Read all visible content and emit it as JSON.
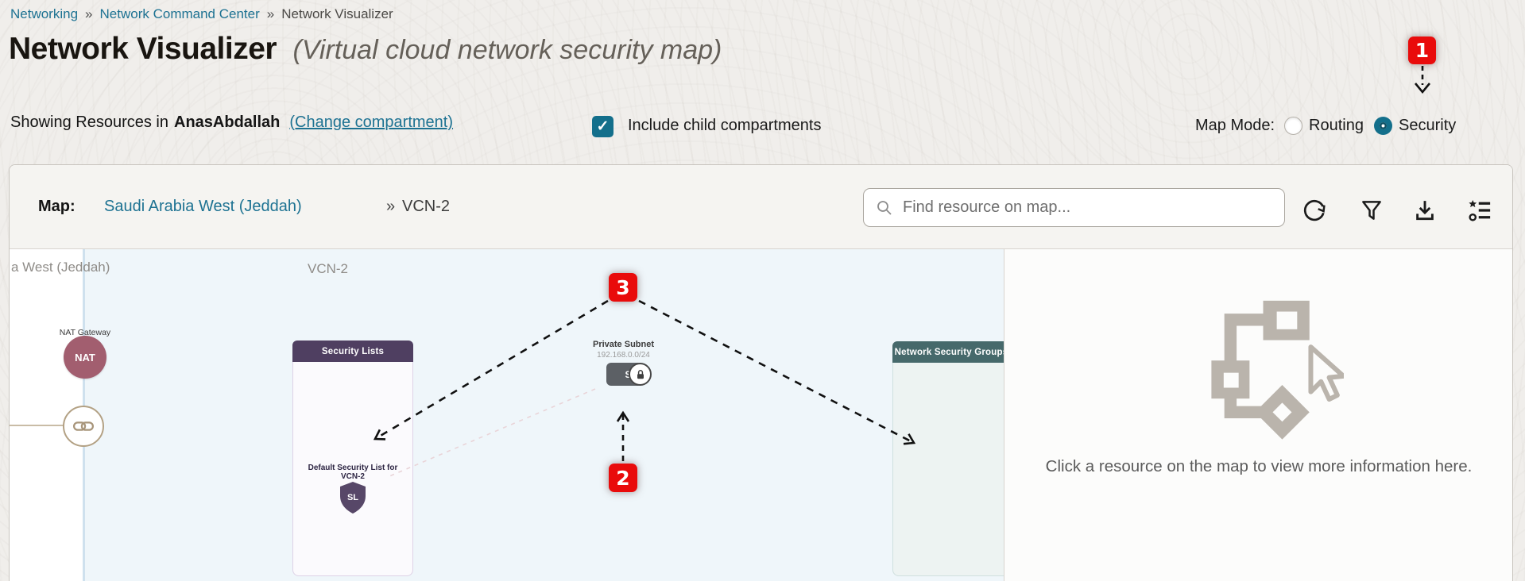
{
  "breadcrumb": {
    "separator": "»",
    "items": [
      {
        "label": "Networking"
      },
      {
        "label": "Network Command Center"
      },
      {
        "label": "Network Visualizer"
      }
    ]
  },
  "header": {
    "title": "Network Visualizer",
    "subtitle": "(Virtual cloud network security map)"
  },
  "filters": {
    "showing_prefix": "Showing Resources in",
    "compartment": "AnasAbdallah",
    "change_link": "(Change compartment)",
    "include_children": {
      "label": "Include child compartments",
      "checked": true,
      "check_glyph": "✓"
    },
    "map_mode": {
      "label": "Map Mode:",
      "options": [
        {
          "label": "Routing",
          "selected": false
        },
        {
          "label": "Security",
          "selected": true
        }
      ]
    }
  },
  "map_toolbar": {
    "map_label": "Map:",
    "region": "Saudi Arabia West (Jeddah)",
    "separator": "»",
    "vcn": "VCN-2",
    "search_placeholder": "Find resource on map...",
    "icons": [
      "refresh-icon",
      "filter-icon",
      "download-icon",
      "legend-icon"
    ]
  },
  "canvas": {
    "region_label": "a West (Jeddah)",
    "vcn_label": "VCN-2",
    "nat_gateway": {
      "label": "NAT Gateway",
      "abbr": "NAT"
    },
    "security_lists": {
      "header": "Security Lists",
      "item": "Default Security List for VCN-2",
      "icon_abbr": "SL"
    },
    "subnet": {
      "name": "Private Subnet",
      "cidr": "192.168.0.0/24",
      "icon_abbr": "S"
    },
    "nsg": {
      "header": "Network Security Groups"
    },
    "annotations": {
      "one": "1",
      "two": "2",
      "three": "3"
    }
  },
  "detail_panel": {
    "message": "Click a resource on the map to view more information here."
  },
  "colors": {
    "accent_teal": "#136f8b",
    "link_teal": "#1d7292",
    "badge_red": "#e90b0b",
    "security_lists_header": "#4f3f61",
    "nsg_header": "#46696b",
    "nat_node": "#a25e6f"
  }
}
